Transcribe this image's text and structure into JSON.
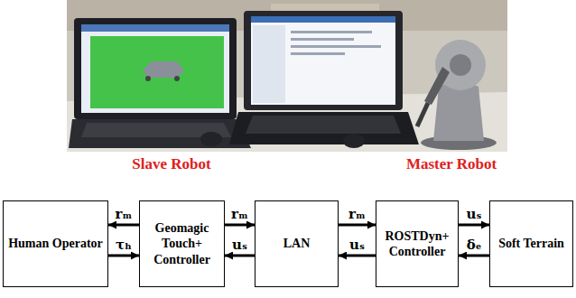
{
  "diagram": {
    "nodes": [
      {
        "text": [
          "Human Operator"
        ]
      },
      {
        "text": [
          "Geomagic Touch+ Controller"
        ]
      },
      {
        "text": [
          "LAN"
        ]
      },
      {
        "text": [
          "ROSTDyn+ Controller"
        ]
      },
      {
        "text": [
          "Soft Terrain"
        ]
      }
    ],
    "edges": [
      {
        "from": 1,
        "to": 0,
        "label": "rₘ",
        "arrow": "to"
      },
      {
        "from": 0,
        "to": 1,
        "label": "τₕ",
        "arrow": "to"
      },
      {
        "from": 1,
        "to": 2,
        "label": "rₘ",
        "arrow": "to"
      },
      {
        "from": 2,
        "to": 1,
        "label": "uₛ",
        "arrow": "to"
      },
      {
        "from": 2,
        "to": 3,
        "label": "rₘ",
        "arrow": "to"
      },
      {
        "from": 3,
        "to": 2,
        "label": "uₛ",
        "arrow": "to"
      },
      {
        "from": 3,
        "to": 4,
        "label": "uₛ",
        "arrow": "to"
      },
      {
        "from": 4,
        "to": 3,
        "label": "δₑ",
        "arrow": "to"
      }
    ],
    "labels": [
      "Slave Robot",
      "Master Robot"
    ]
  }
}
